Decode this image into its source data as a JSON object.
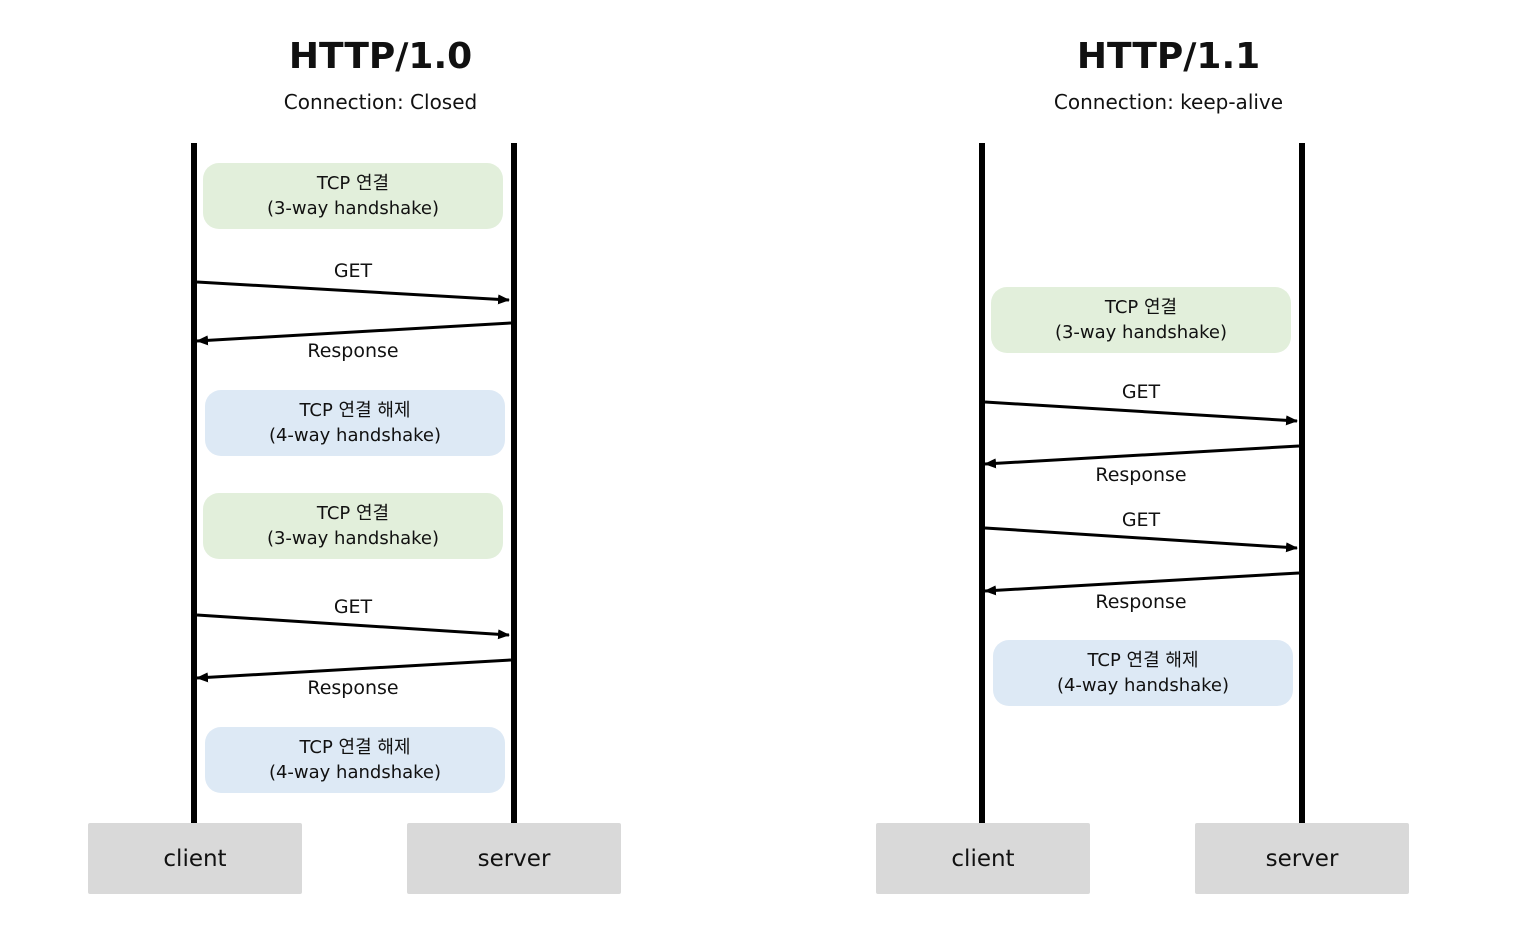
{
  "http10": {
    "title": "HTTP/1.0",
    "subtitle": "Connection: Closed",
    "client_label": "client",
    "server_label": "server",
    "steps": [
      {
        "type": "connect",
        "line1": "TCP 연결",
        "line2": "(3-way handshake)"
      },
      {
        "type": "request",
        "label": "GET"
      },
      {
        "type": "response",
        "label": "Response"
      },
      {
        "type": "release",
        "line1": "TCP 연결 해제",
        "line2": "(4-way handshake)"
      },
      {
        "type": "connect",
        "line1": "TCP 연결",
        "line2": "(3-way handshake)"
      },
      {
        "type": "request",
        "label": "GET"
      },
      {
        "type": "response",
        "label": "Response"
      },
      {
        "type": "release",
        "line1": "TCP 연결 해제",
        "line2": "(4-way handshake)"
      }
    ]
  },
  "http11": {
    "title": "HTTP/1.1",
    "subtitle": "Connection: keep-alive",
    "client_label": "client",
    "server_label": "server",
    "steps": [
      {
        "type": "connect",
        "line1": "TCP 연결",
        "line2": "(3-way handshake)"
      },
      {
        "type": "request",
        "label": "GET"
      },
      {
        "type": "response",
        "label": "Response"
      },
      {
        "type": "request",
        "label": "GET"
      },
      {
        "type": "response",
        "label": "Response"
      },
      {
        "type": "release",
        "line1": "TCP 연결 해제",
        "line2": "(4-way handshake)"
      }
    ]
  },
  "colors": {
    "connect_box": "#e2efdb",
    "release_box": "#dde9f5",
    "actor_box": "#d9d9d9",
    "line": "#000000"
  }
}
